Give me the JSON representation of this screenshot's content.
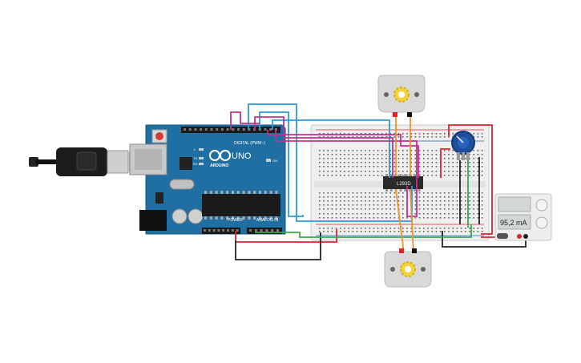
{
  "arduino": {
    "brand": "ARDUINO",
    "model": "UNO",
    "digital_label": "DIGITAL (PWM~)",
    "power_label": "POWER",
    "analog_label": "ANALOG IN",
    "on_label": "ON",
    "tx_label": "TX",
    "rx_label": "RX",
    "l_label": "L",
    "board_color": "#1f6fa3"
  },
  "chip": {
    "label": "L293D"
  },
  "power_supply": {
    "display_top": "",
    "display_current": "95,2 mA"
  },
  "colors": {
    "wire_red": "#e0242c",
    "wire_magenta": "#c2308f",
    "wire_blue": "#2e9ad6",
    "wire_black": "#222222",
    "wire_green": "#3aa84a",
    "wire_orange": "#f0922b",
    "motor_body": "#d9d9d9",
    "motor_gear": "#f5d23c",
    "breadboard": "#efefef",
    "pot": "#1e4f9c"
  },
  "icons": {
    "usb_plug": "usb-plug-icon",
    "motor": "dc-motor-icon",
    "potentiometer": "potentiometer-icon"
  }
}
